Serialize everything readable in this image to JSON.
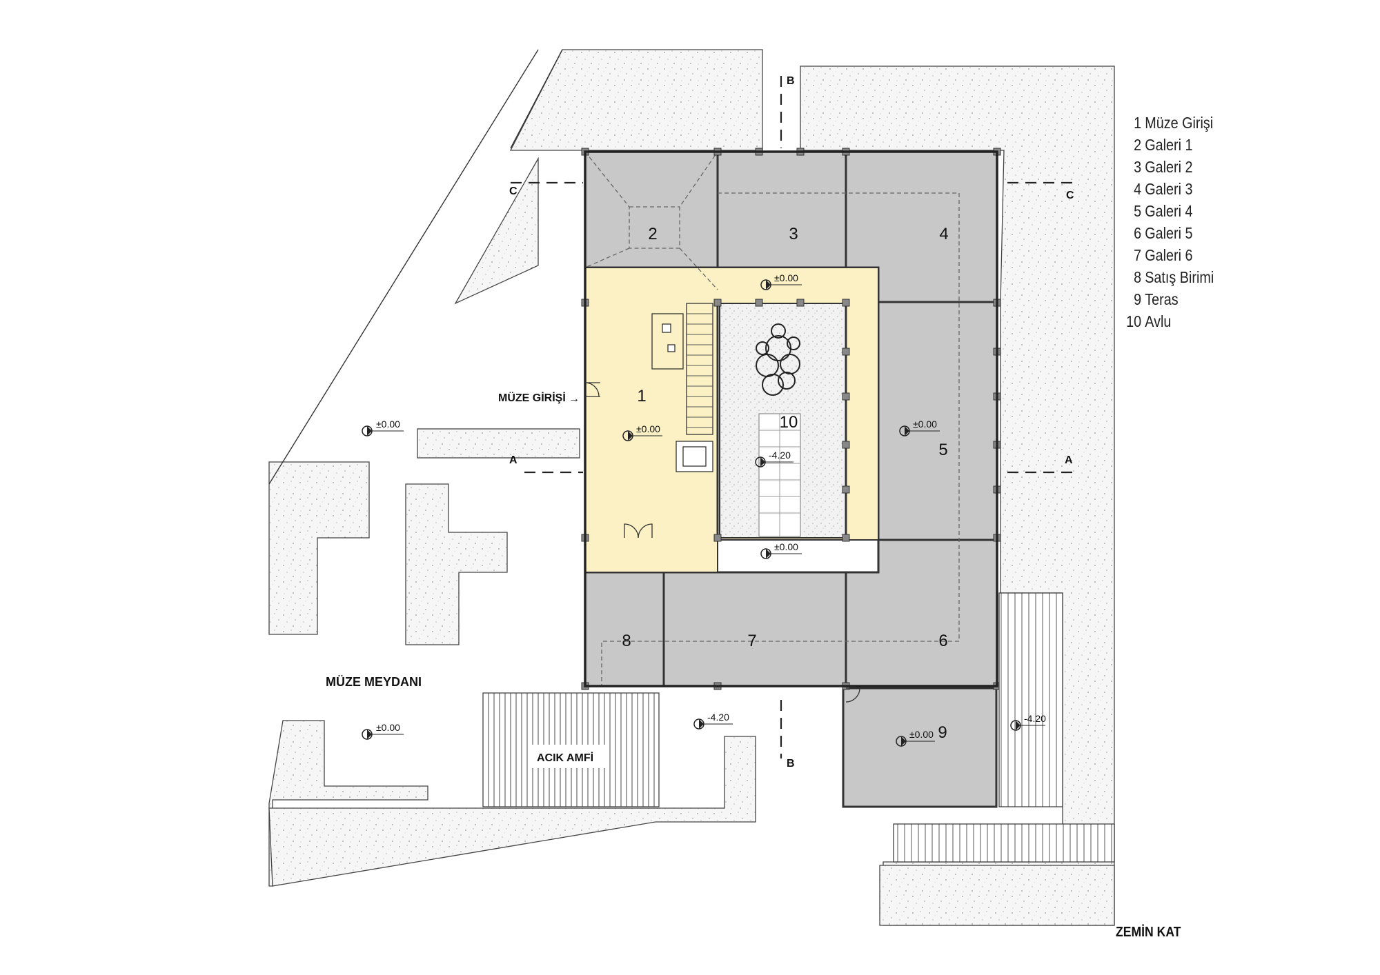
{
  "drawing_title": "ZEMİN KAT",
  "legend": [
    {
      "num": "1",
      "name": "Müze Girişi"
    },
    {
      "num": "2",
      "name": "Galeri 1"
    },
    {
      "num": "3",
      "name": "Galeri 2"
    },
    {
      "num": "4",
      "name": "Galeri 3"
    },
    {
      "num": "5",
      "name": "Galeri 4"
    },
    {
      "num": "6",
      "name": "Galeri 5"
    },
    {
      "num": "7",
      "name": "Galeri 6"
    },
    {
      "num": "8",
      "name": "Satış Birimi"
    },
    {
      "num": "9",
      "name": "Teras"
    },
    {
      "num": "10",
      "name": "Avlu"
    }
  ],
  "labels": {
    "entrance": "MÜZE GİRİŞİ",
    "square": "MÜZE MEYDANI",
    "amphi": "ACIK AMFİ"
  },
  "elevations": {
    "zero": "±0.00",
    "minus": "-4.20",
    "minus_terrace": "-4.20"
  },
  "section_marks": {
    "a": "A",
    "b": "B",
    "c": "C"
  },
  "colors": {
    "hall": "#fbf1c4",
    "gallery": "#c8c8c8",
    "landscape": "#f4f4f4",
    "courtyard": "#f1f1f1",
    "line": "#333333"
  }
}
